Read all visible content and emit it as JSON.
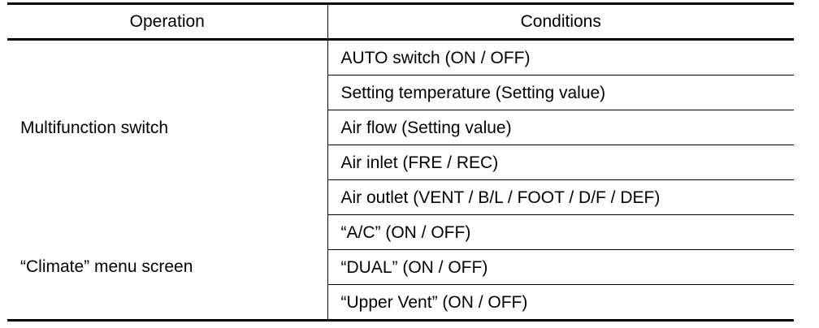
{
  "table": {
    "headers": {
      "operation": "Operation",
      "conditions": "Conditions"
    },
    "groups": [
      {
        "operation": "Multifunction switch",
        "conditions": [
          "AUTO switch (ON / OFF)",
          "Setting temperature (Setting value)",
          "Air flow (Setting value)",
          "Air inlet (FRE / REC)",
          "Air outlet (VENT / B/L / FOOT / D/F / DEF)"
        ]
      },
      {
        "operation": "“Climate” menu screen",
        "conditions": [
          "“A/C” (ON / OFF)",
          "“DUAL” (ON / OFF)",
          "“Upper Vent” (ON / OFF)"
        ]
      }
    ]
  }
}
